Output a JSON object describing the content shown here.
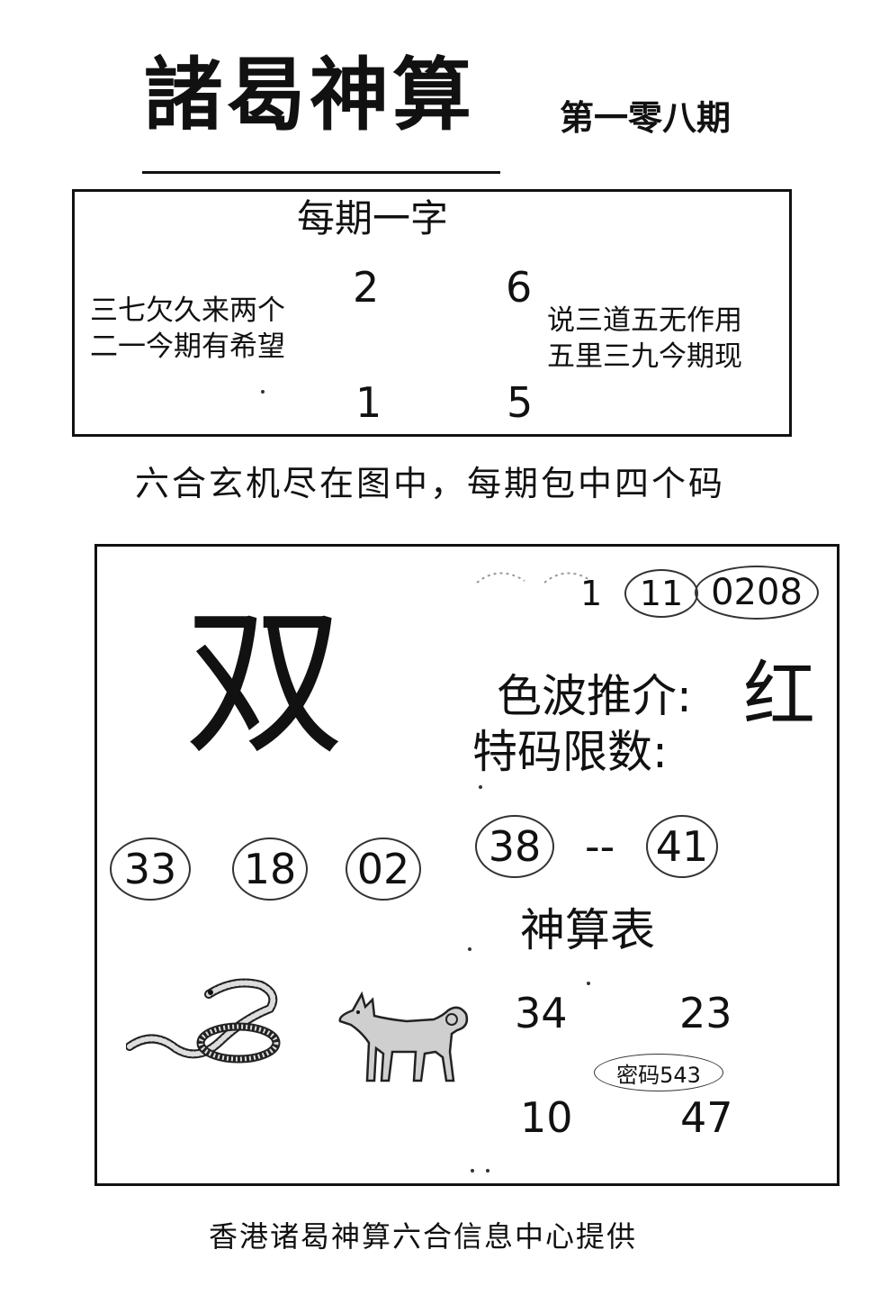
{
  "header": {
    "title": "諸曷神算",
    "issue": "第一零八期"
  },
  "panel_top": {
    "heading": "每期一字",
    "digits": {
      "top_left": "2",
      "top_right": "6",
      "bottom_left": "1",
      "bottom_right": "5"
    },
    "verse_left": [
      "三七欠久来两个",
      "二一今期有希望"
    ],
    "verse_right": [
      "说三道五无作用",
      "五里三九今期现"
    ]
  },
  "slogan": "六合玄机尽在图中，每期包中四个码",
  "panel_main": {
    "codes": [
      "1",
      "11",
      "0208"
    ],
    "big_char": "双",
    "wave_label": "色波推介:",
    "wave_value": "红",
    "limit_label": "特码限数:",
    "limit_from": "38",
    "limit_sep": "--",
    "limit_to": "41",
    "numbers": [
      "33",
      "18",
      "02"
    ],
    "table_title": "神算表",
    "table": [
      "34",
      "23",
      "10",
      "47"
    ],
    "secret_code": "密码543"
  },
  "footer": "香港诸曷神算六合信息中心提供",
  "icons": [
    "snake-icon",
    "dog-icon"
  ]
}
